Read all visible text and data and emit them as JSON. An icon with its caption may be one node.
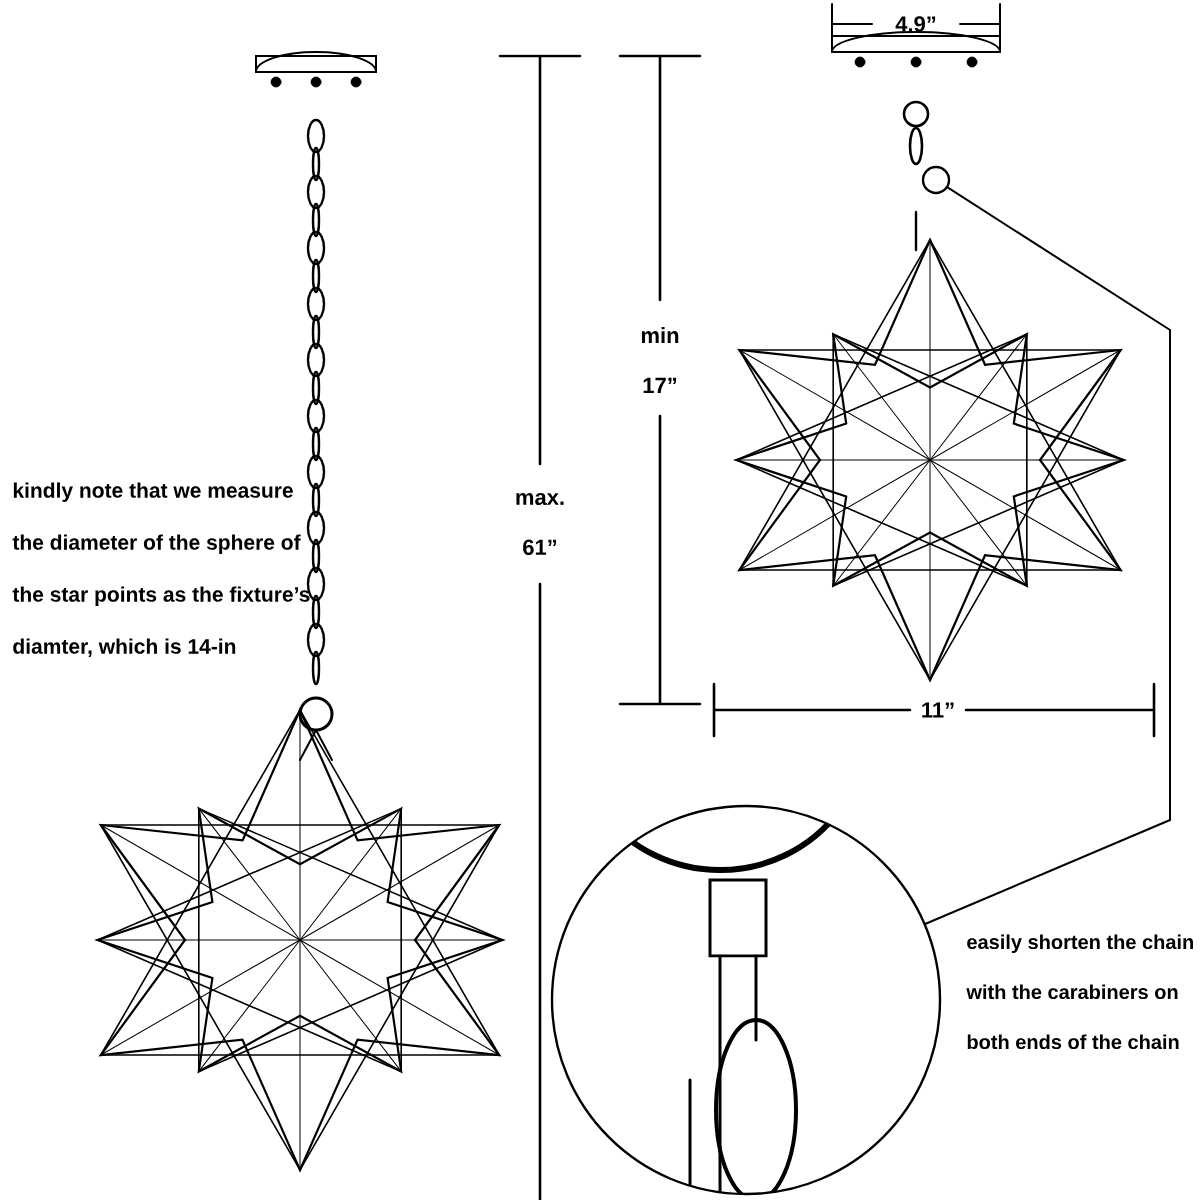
{
  "diagram": {
    "nodes": [
      {
        "text": [],
        "shape": "circle"
      },
      {
        "text": [],
        "shape": "circle"
      }
    ],
    "edges": [
      {
        "from": 0,
        "to": 1,
        "arrow": "none"
      }
    ],
    "labels": [
      "4.9”",
      "min 17”",
      "max. 61”",
      "11”",
      "kindly note that we measure the diameter of the sphere of the star points as the fixture’s diamter, which is 14-in",
      "easily shorten the chain with the carabiners on both ends of the chain"
    ]
  }
}
